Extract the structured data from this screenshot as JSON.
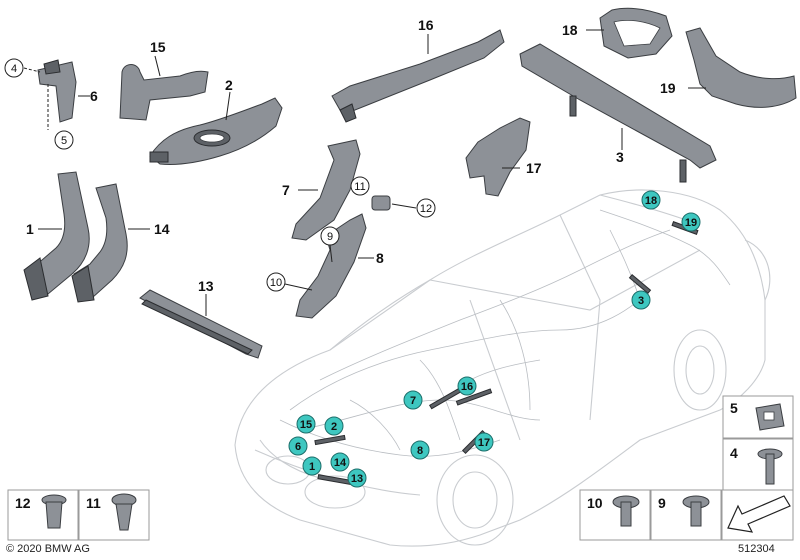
{
  "parts": {
    "p1": "1",
    "p2": "2",
    "p3": "3",
    "p4": "4",
    "p5": "5",
    "p6": "6",
    "p7": "7",
    "p8": "8",
    "p9": "9",
    "p10": "10",
    "p11": "11",
    "p12": "12",
    "p13": "13",
    "p14": "14",
    "p15": "15",
    "p16": "16",
    "p17": "17",
    "p18": "18",
    "p19": "19"
  },
  "car_markers": [
    "18",
    "19",
    "3",
    "16",
    "7",
    "17",
    "15",
    "2",
    "6",
    "8",
    "1",
    "14",
    "13"
  ],
  "hardware": {
    "h5": "5",
    "h4": "4",
    "h12": "12",
    "h11": "11",
    "h10": "10",
    "h9": "9"
  },
  "footer": {
    "copyright": "© 2020 BMW AG",
    "code": "512304"
  },
  "colors": {
    "marker": "#3ec7c0",
    "part": "#8d9197"
  }
}
